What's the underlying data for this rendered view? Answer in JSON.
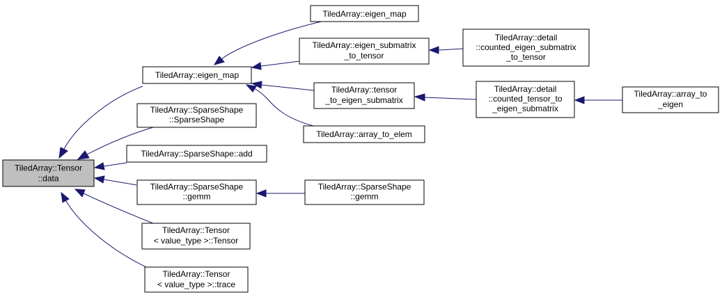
{
  "nodes": {
    "tensor_data": [
      "TiledArray::Tensor",
      "::data"
    ],
    "eigen_map_mid": [
      "TiledArray::eigen_map"
    ],
    "sparse_ctor": [
      "TiledArray::SparseShape",
      "::SparseShape"
    ],
    "sparse_add": [
      "TiledArray::SparseShape::add"
    ],
    "sparse_gemm_1": [
      "TiledArray::SparseShape",
      "::gemm"
    ],
    "tensor_ctor": [
      "TiledArray::Tensor",
      "< value_type >::Tensor"
    ],
    "tensor_trace": [
      "TiledArray::Tensor",
      "< value_type >::trace"
    ],
    "eigen_map_top": [
      "TiledArray::eigen_map"
    ],
    "eigen_submatrix_to_tensor": [
      "TiledArray::eigen_submatrix",
      "_to_tensor"
    ],
    "tensor_to_eigen_submatrix": [
      "TiledArray::tensor",
      "_to_eigen_submatrix"
    ],
    "array_to_elem": [
      "TiledArray::array_to_elem"
    ],
    "sparse_gemm_2": [
      "TiledArray::SparseShape",
      "::gemm"
    ],
    "counted_eigen_submatrix_to_tensor": [
      "TiledArray::detail",
      "::counted_eigen_submatrix",
      "_to_tensor"
    ],
    "counted_tensor_to_eigen_submatrix": [
      "TiledArray::detail",
      "::counted_tensor_to",
      "_eigen_submatrix"
    ],
    "array_to_eigen": [
      "TiledArray::array_to",
      "_eigen"
    ]
  },
  "colors": {
    "edge": "#191970",
    "root_fill": "#bfbfbf",
    "node_fill": "#ffffff",
    "node_stroke": "#000000"
  }
}
